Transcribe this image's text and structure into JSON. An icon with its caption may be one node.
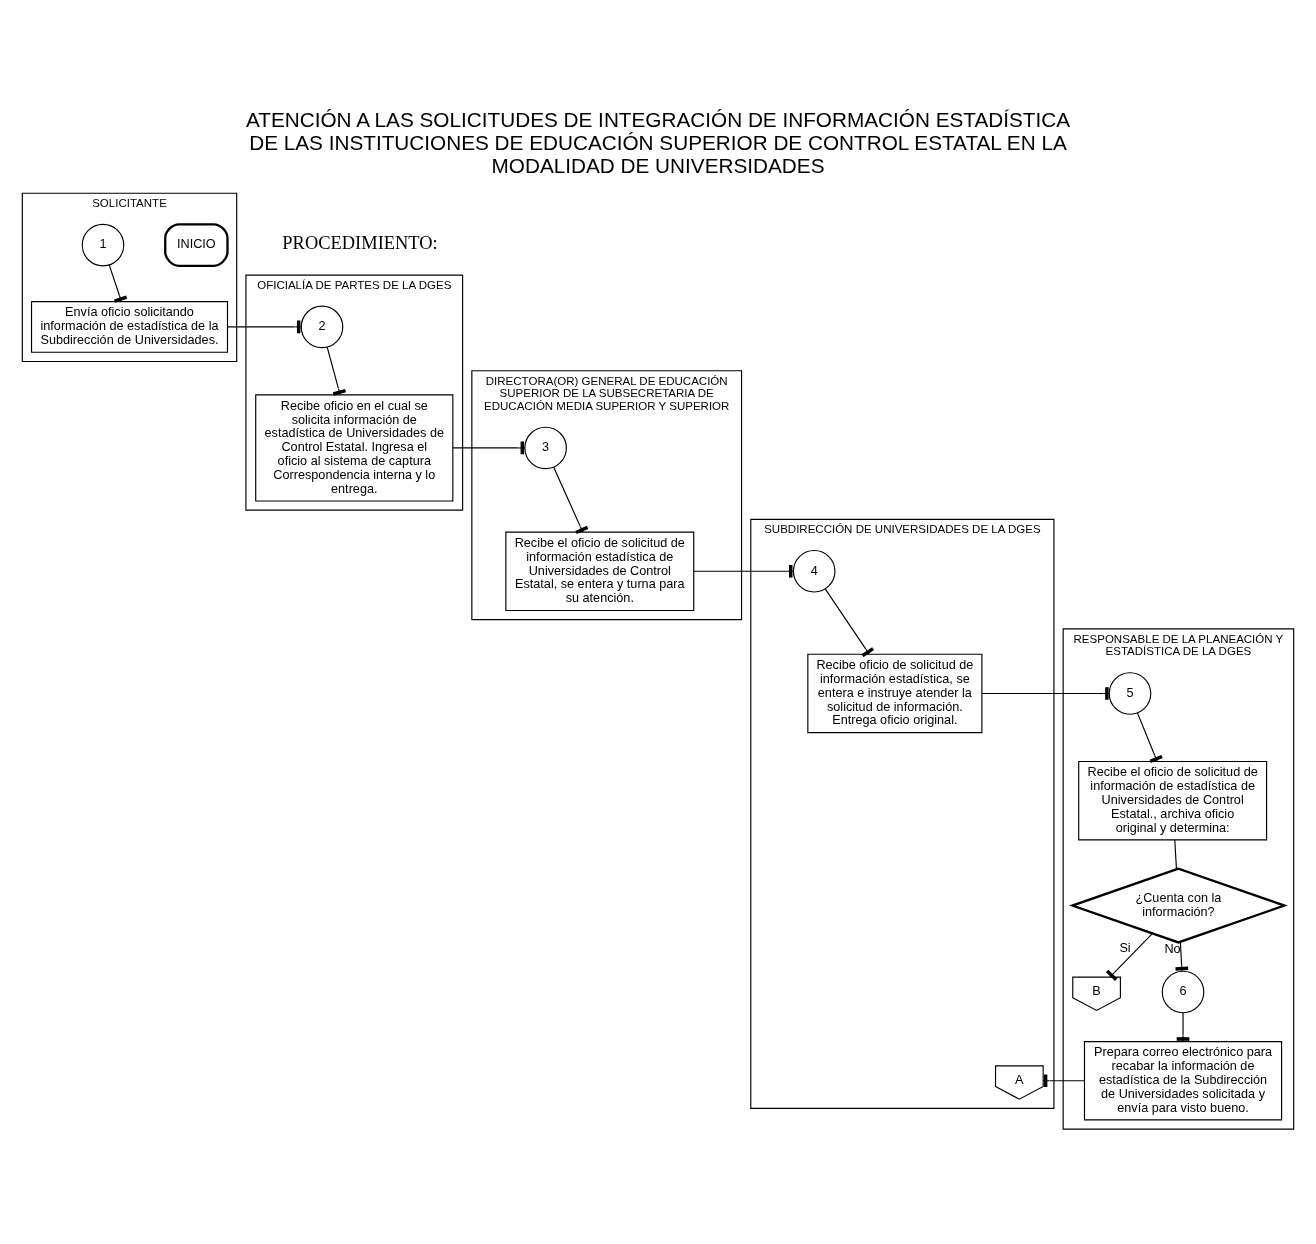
{
  "diagram": {
    "title": "ATENCIÓN A LAS SOLICITUDES DE INTEGRACIÓN DE INFORMACIÓN ESTADÍSTICA DE LAS INSTITUCIONES DE EDUCACIÓN SUPERIOR DE CONTROL ESTATAL EN LA MODALIDAD DE UNIVERSIDADES",
    "nodes": [
      {
        "text": [
          "SOLICITANTE"
        ]
      },
      {
        "text": [
          "INICIO"
        ],
        "in": 0
      },
      {
        "text": [
          "1"
        ],
        "in": 0
      },
      {
        "text": [
          "Envía oficio solicitando información de estadística de la Subdirección de Universidades."
        ],
        "in": 0
      },
      {
        "text": [
          "OFICIALÍA DE PARTES DE LA DGES"
        ]
      },
      {
        "text": [
          "2"
        ],
        "in": 4
      },
      {
        "text": [
          "Recibe oficio en el cual se solicita información de estadística de Universidades de Control Estatal. Ingresa el oficio al sistema de captura Correspondencia interna y lo entrega."
        ],
        "in": 4
      },
      {
        "text": [
          "DIRECTORA(OR) GENERAL DE EDUCACIÓN SUPERIOR DE LA SUBSECRETARIA DE EDUCACIÓN MEDIA SUPERIOR Y SUPERIOR"
        ]
      },
      {
        "text": [
          "3"
        ],
        "in": 7
      },
      {
        "text": [
          "Recibe el oficio de solicitud de información estadística de Universidades de Control Estatal, se entera y turna para su atención."
        ],
        "in": 7
      },
      {
        "text": [
          "SUBDIRECCIÓN DE UNIVERSIDADES DE LA DGES"
        ]
      },
      {
        "text": [
          "4"
        ],
        "in": 10
      },
      {
        "text": [
          "Recibe oficio de solicitud de información estadística, se entera e instruye atender la solicitud de información. Entrega oficio original."
        ],
        "in": 10
      },
      {
        "text": [
          "A"
        ],
        "in": 10
      },
      {
        "text": [
          "RESPONSABLE DE LA PLANEACIÓN Y ESTADÍSTICA DE LA DGES"
        ]
      },
      {
        "text": [
          "5"
        ],
        "in": 14
      },
      {
        "text": [
          "Recibe el oficio de solicitud de información de estadística de Universidades de Control Estatal., archiva oficio original y determina:"
        ],
        "in": 14
      },
      {
        "text": [
          "¿Cuenta con la información?"
        ],
        "in": 14
      },
      {
        "text": [
          "B"
        ],
        "in": 14
      },
      {
        "text": [
          "6"
        ],
        "in": 14
      },
      {
        "text": [
          "Prepara correo electrónico para recabar la información de estadística de la Subdirección de Universidades solicitada y envía para visto bueno."
        ],
        "in": 14
      }
    ],
    "edges": [
      {
        "from": 2,
        "to": 3,
        "arrow": "other"
      },
      {
        "from": 3,
        "to": 5,
        "arrow": "other"
      },
      {
        "from": 5,
        "to": 6,
        "arrow": "other"
      },
      {
        "from": 6,
        "to": 8,
        "arrow": "other"
      },
      {
        "from": 8,
        "to": 9,
        "arrow": "other"
      },
      {
        "from": 9,
        "to": 11,
        "arrow": "other"
      },
      {
        "from": 11,
        "to": 12,
        "arrow": "other"
      },
      {
        "from": 12,
        "to": 15,
        "arrow": "other"
      },
      {
        "from": 15,
        "to": 16,
        "arrow": "other"
      },
      {
        "from": 16,
        "to": 17,
        "arrow": "none"
      },
      {
        "from": 17,
        "to": 18,
        "arrow": "other",
        "label": "Si"
      },
      {
        "from": 17,
        "to": 19,
        "arrow": "other",
        "label": "No"
      },
      {
        "from": 19,
        "to": 20,
        "arrow": "other"
      },
      {
        "from": 20,
        "to": 13,
        "arrow": "other"
      }
    ],
    "labels": [
      "PROCEDIMIENTO:"
    ]
  }
}
